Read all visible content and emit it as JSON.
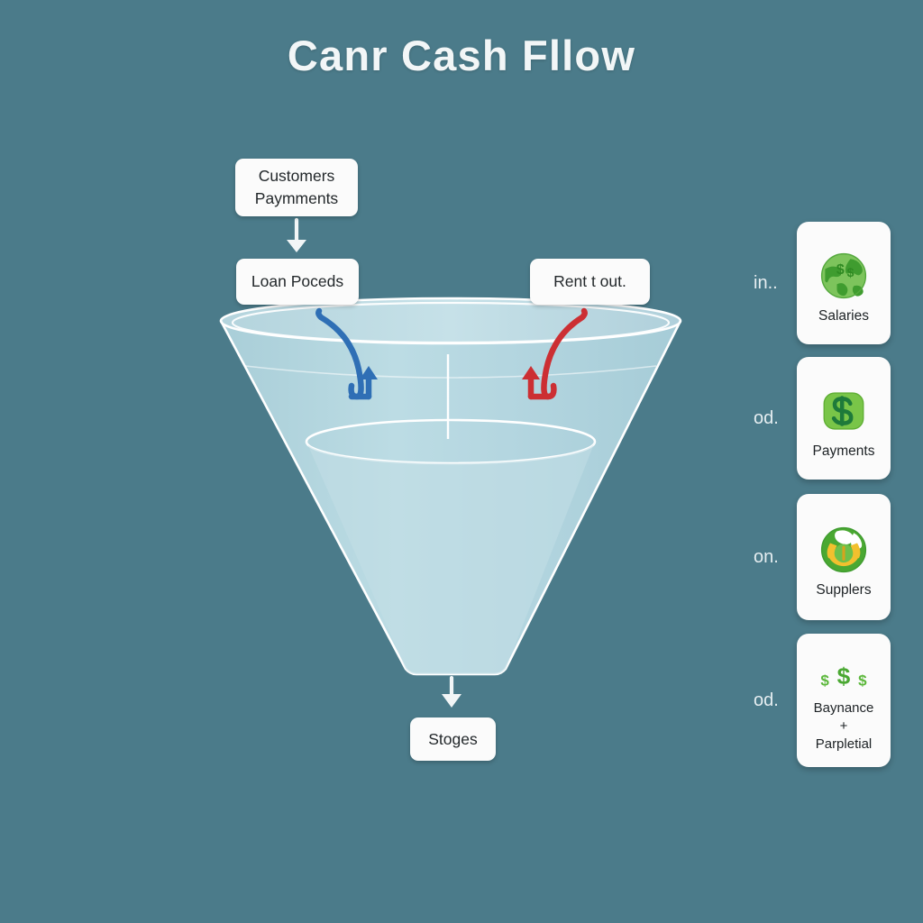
{
  "header": {
    "title": "Canr Cash Fllow"
  },
  "colors": {
    "background": "#4b7b8a",
    "funnel_fill": "#b6d7df",
    "funnel_stroke": "#ffffff",
    "inflow_arrow_blue": "#2f6fb5",
    "outflow_arrow_red": "#cc2f33",
    "chip_background": "#fbfbfb",
    "chip_text": "#23282b",
    "title_text": "#f2f6f7",
    "icon_green": "#4aa832",
    "icon_yellow": "#f2c02e"
  },
  "diagram": {
    "inflow_chips": [
      {
        "id": "customers",
        "lines": [
          "Customers",
          "Paymments"
        ]
      },
      {
        "id": "loan",
        "lines": [
          "Loan Poceds"
        ]
      },
      {
        "id": "rent",
        "lines": [
          "Rent t out."
        ]
      }
    ],
    "outflow_chip": {
      "id": "stages",
      "lines": [
        "Stoges"
      ]
    },
    "arrows": [
      {
        "name": "customers-to-loan-arrow",
        "direction": "down",
        "color": "#ffffff"
      },
      {
        "name": "inflow-curve-arrow",
        "direction": "up",
        "color": "#2f6fb5"
      },
      {
        "name": "outflow-curve-arrow",
        "direction": "up",
        "color": "#cc2f33"
      },
      {
        "name": "funnel-output-arrow",
        "direction": "down",
        "color": "#ffffff"
      }
    ]
  },
  "legend": {
    "rows": [
      {
        "note": "in..",
        "icon": "globe-dollar-icon",
        "label_lines": [
          "Salaries"
        ]
      },
      {
        "note": "od.",
        "icon": "dollar-bill-icon",
        "label_lines": [
          "Payments"
        ]
      },
      {
        "note": "on.",
        "icon": "globe-coin-icon",
        "label_lines": [
          "Supplers"
        ]
      },
      {
        "note": "od.",
        "icon": "triple-dollar-icon",
        "label_lines": [
          "Baynance",
          "+",
          "Parpletial"
        ]
      }
    ]
  }
}
